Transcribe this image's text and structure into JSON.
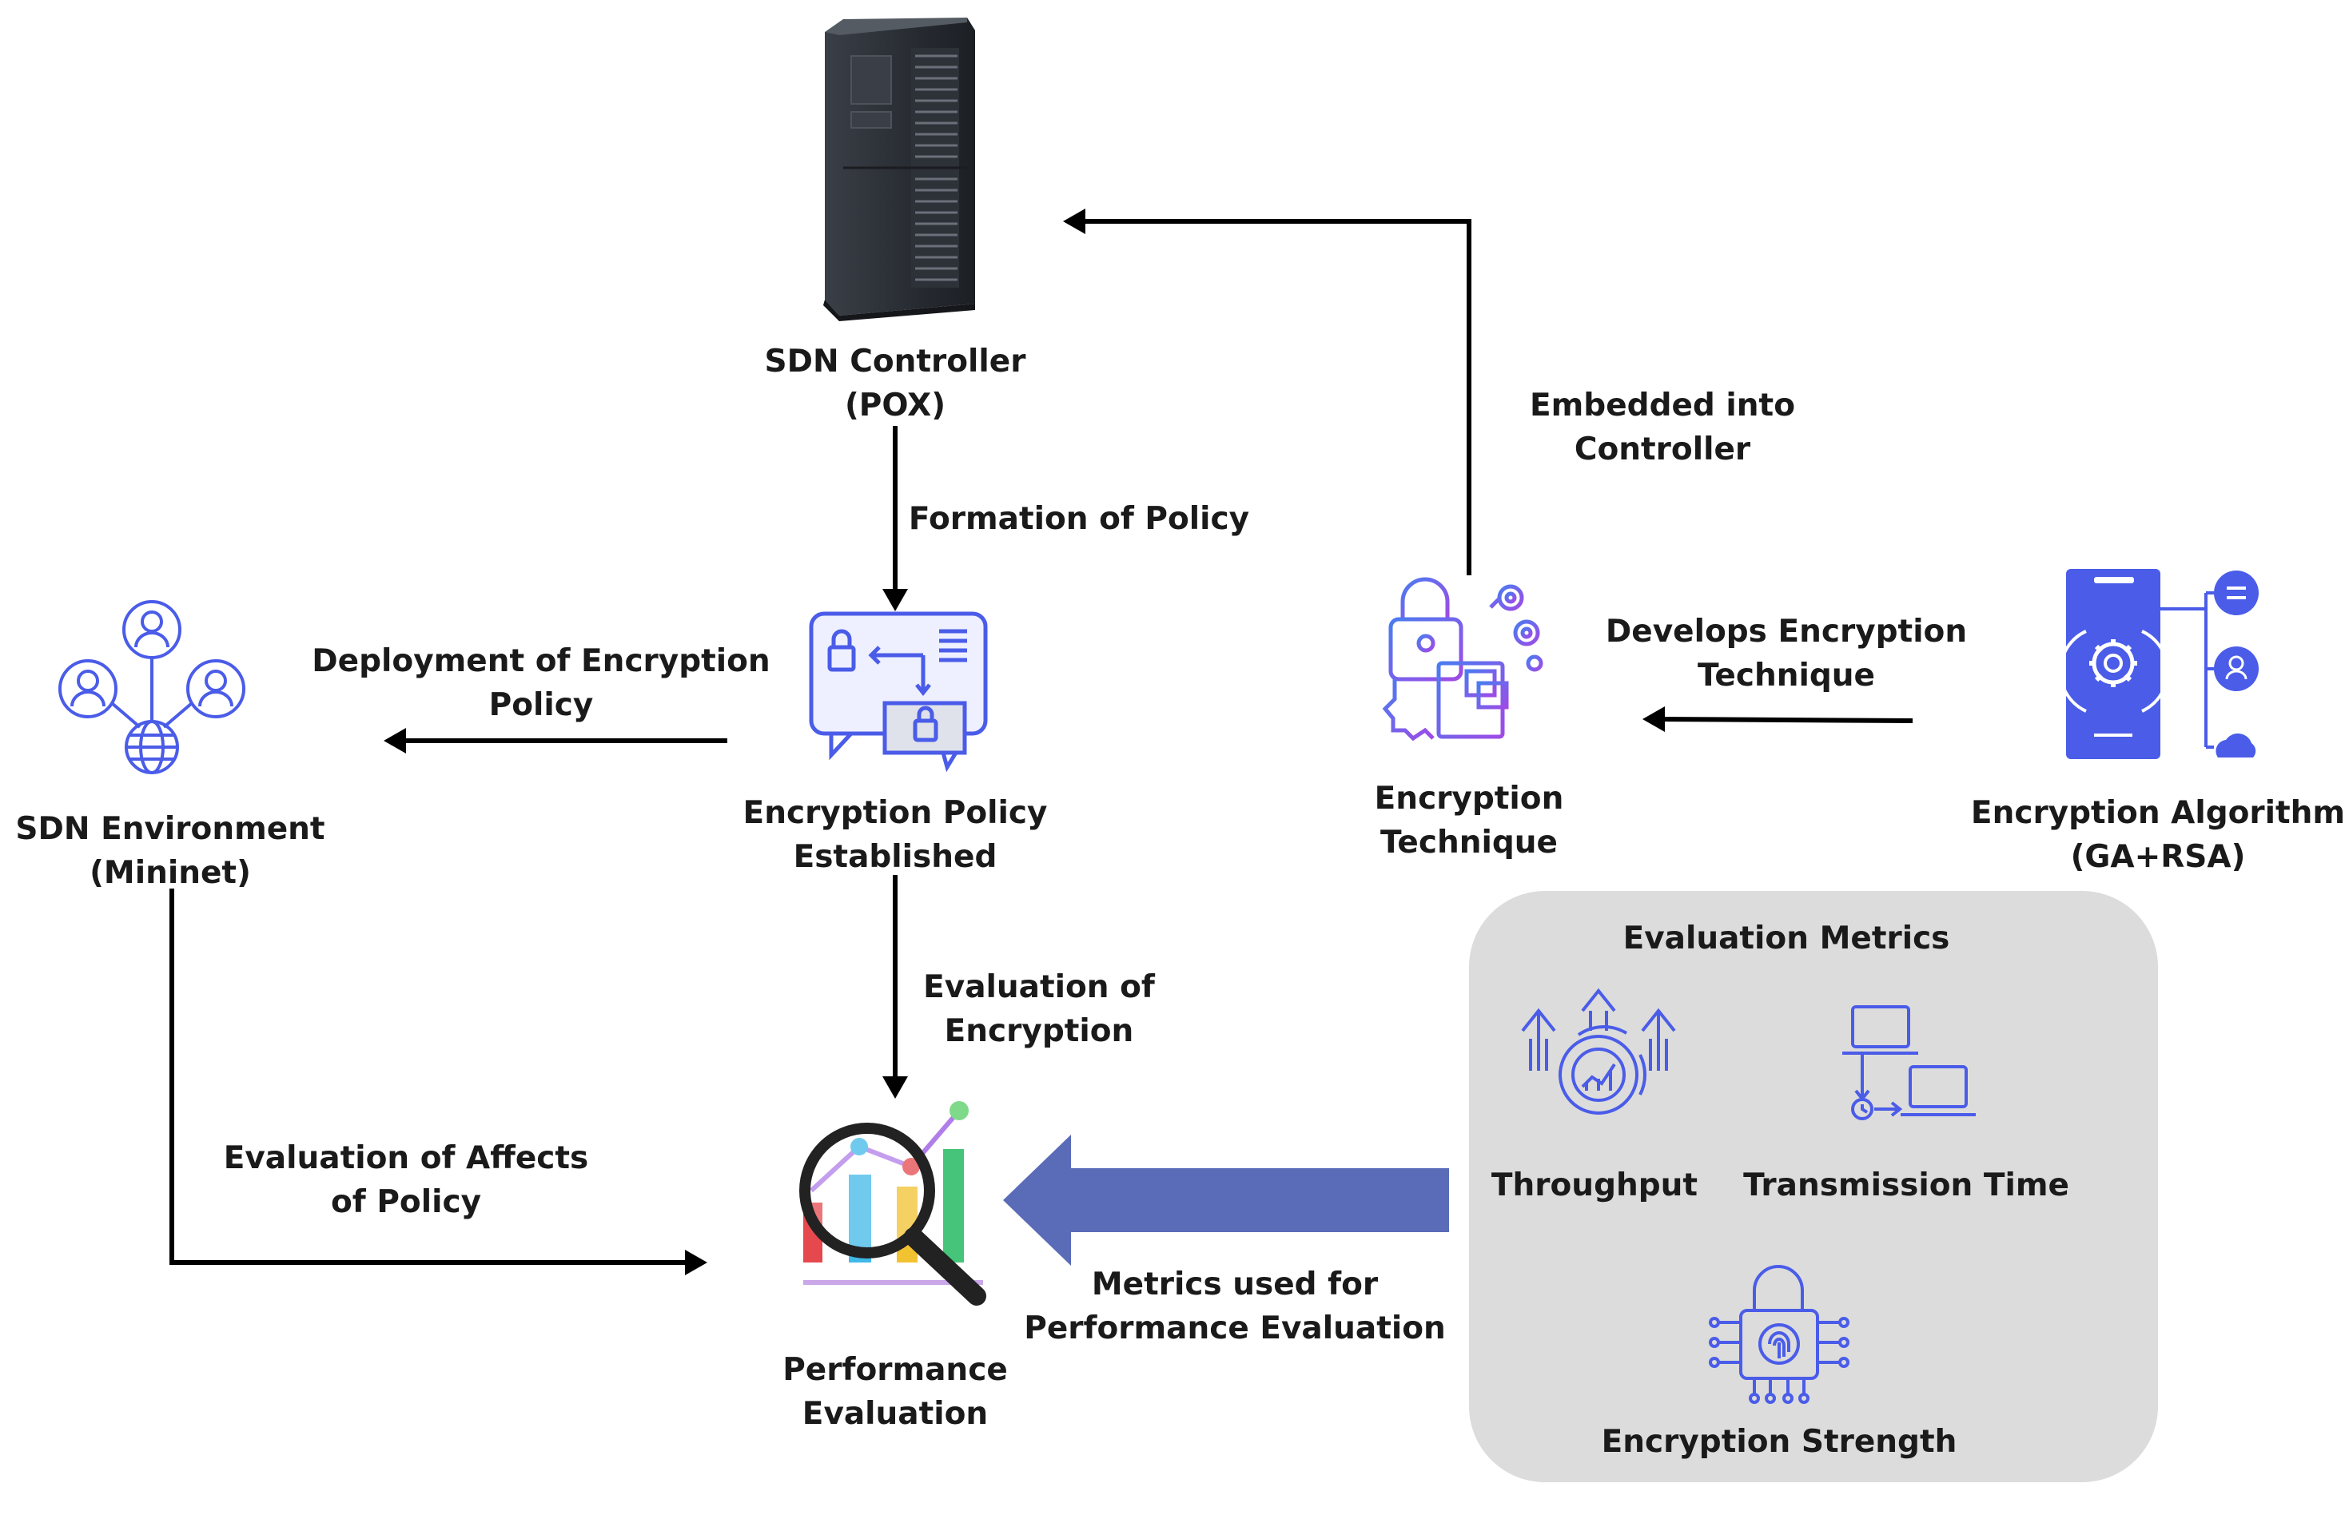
{
  "nodes": {
    "sdn_controller": {
      "line1": "SDN Controller",
      "line2": "(POX)"
    },
    "encryption_policy": {
      "line1": "Encryption Policy",
      "line2": "Established"
    },
    "sdn_environment": {
      "line1": "SDN Environment",
      "line2": "(Mininet)"
    },
    "encryption_technique": {
      "line1": "Encryption",
      "line2": "Technique"
    },
    "encryption_algorithm": {
      "line1": "Encryption Algorithm",
      "line2": "(GA+RSA)"
    },
    "performance_evaluation": {
      "line1": "Performance",
      "line2": "Evaluation"
    }
  },
  "edges": {
    "formation": {
      "line1": "Formation of  Policy"
    },
    "deployment": {
      "line1": "Deployment of Encryption",
      "line2": "Policy"
    },
    "embedded": {
      "line1": "Embedded into",
      "line2": "Controller"
    },
    "develops": {
      "line1": "Develops Encryption",
      "line2": "Technique"
    },
    "evaluation_encryption": {
      "line1": "Evaluation of",
      "line2": "Encryption"
    },
    "evaluation_affects": {
      "line1": "Evaluation  of Affects",
      "line2": "of Policy"
    },
    "metrics_used": {
      "line1": "Metrics used for",
      "line2": "Performance Evaluation"
    }
  },
  "metrics_panel": {
    "title": "Evaluation Metrics",
    "items": [
      "Throughput",
      "Transmission Time",
      "Encryption Strength"
    ]
  },
  "icons": {
    "server": "server-tower-icon",
    "policy": "encryption-policy-icon",
    "users": "network-users-icon",
    "technique": "lock-technique-icon",
    "algorithm": "mobile-gear-icon",
    "performance": "magnifier-chart-icon",
    "throughput": "throughput-gear-icon",
    "transmission": "laptop-transfer-icon",
    "strength": "fingerprint-lock-icon"
  },
  "colors": {
    "icon_blue": "#4a5ce8",
    "icon_purple": "#8a4ee6",
    "arrow_blue": "#5a6bb8",
    "panel_gray": "#dcdcdc",
    "arrow_black": "#000000"
  }
}
